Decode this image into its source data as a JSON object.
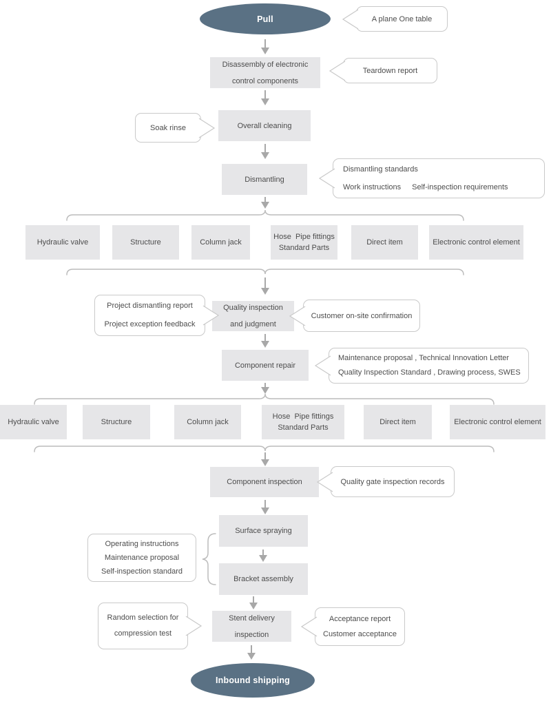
{
  "colors": {
    "terminal_fill": "#5a7184",
    "node_fill": "#e6e6e8",
    "callout_border": "#c9c9c9",
    "text": "#4c4c4c",
    "arrow": "#a8a8a8",
    "brace": "#bcbcbc"
  },
  "terminals": {
    "start": "Pull",
    "end": "Inbound shipping"
  },
  "steps": {
    "disassembly_line1": "Disassembly of electronic",
    "disassembly_line2": "control components",
    "overall_cleaning": "Overall cleaning",
    "dismantling": "Dismantling",
    "quality_line1": "Quality inspection",
    "quality_line2": "and judgment",
    "component_repair": "Component repair",
    "component_inspection": "Component inspection",
    "surface_spraying": "Surface spraying",
    "bracket_assembly": "Bracket assembly",
    "stent_line1": "Stent delivery",
    "stent_line2": "inspection"
  },
  "components": {
    "hydraulic_valve": "Hydraulic valve",
    "structure": "Structure",
    "column_jack": "Column jack",
    "hose_line1": "Hose  Pipe fittings",
    "hose_line2": "Standard Parts",
    "direct_item": "Direct item",
    "electronic_control": "Electronic control element"
  },
  "callouts": {
    "plane_table": "A plane One table",
    "teardown_report": "Teardown report",
    "soak_rinse": "Soak rinse",
    "dismantling_std_line1": "Dismantling standards",
    "dismantling_std_line2a": "Work instructions",
    "dismantling_std_line2b": "Self-inspection requirements",
    "project_line1": "Project dismantling report",
    "project_line2": "Project exception feedback",
    "customer_confirmation": "Customer on-site confirmation",
    "maintenance_line1": "Maintenance proposal , Technical Innovation Letter",
    "maintenance_line2": "Quality Inspection Standard , Drawing process, SWES",
    "quality_gate": "Quality gate inspection records",
    "operating_line1": "Operating instructions",
    "operating_line2": "Maintenance proposal",
    "operating_line3": "Self-inspection standard",
    "random_line1": "Random selection for",
    "random_line2": "compression test",
    "acceptance_line1": "Acceptance report",
    "acceptance_line2": "Customer acceptance"
  }
}
